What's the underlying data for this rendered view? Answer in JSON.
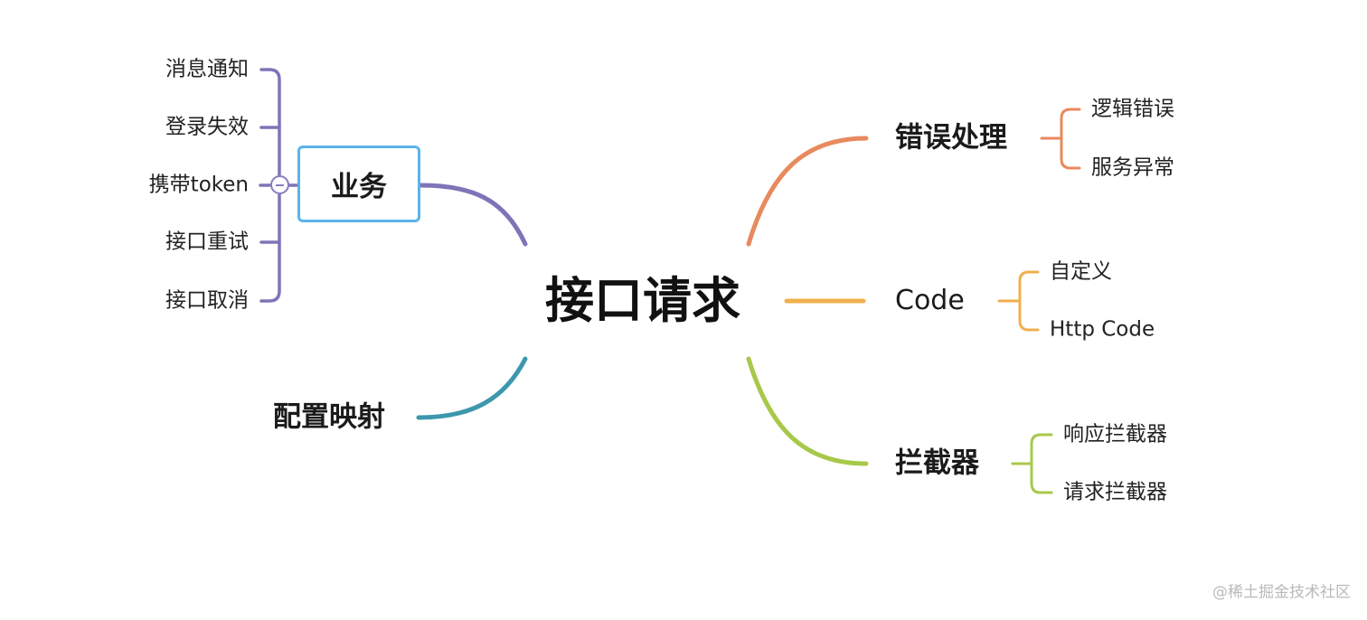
{
  "root": {
    "label": "接口请求"
  },
  "branches": {
    "yewu": {
      "label": "业务",
      "color": "#8073b8",
      "children": [
        "消息通知",
        "登录失效",
        "携带token",
        "接口重试",
        "接口取消"
      ]
    },
    "peizhi": {
      "label": "配置映射",
      "color": "#3d97ad"
    },
    "cuowu": {
      "label": "错误处理",
      "color": "#e88a5e",
      "children": [
        "逻辑错误",
        "服务异常"
      ]
    },
    "code": {
      "label": "Code",
      "color": "#efb04e",
      "children": [
        "自定义",
        "Http Code"
      ]
    },
    "lanjie": {
      "label": "拦截器",
      "color": "#a8c84a",
      "children": [
        "响应拦截器",
        "请求拦截器"
      ]
    }
  },
  "watermark": "@稀土掘金技术社区",
  "colors": {
    "highlight_border": "#5ab4e8"
  }
}
